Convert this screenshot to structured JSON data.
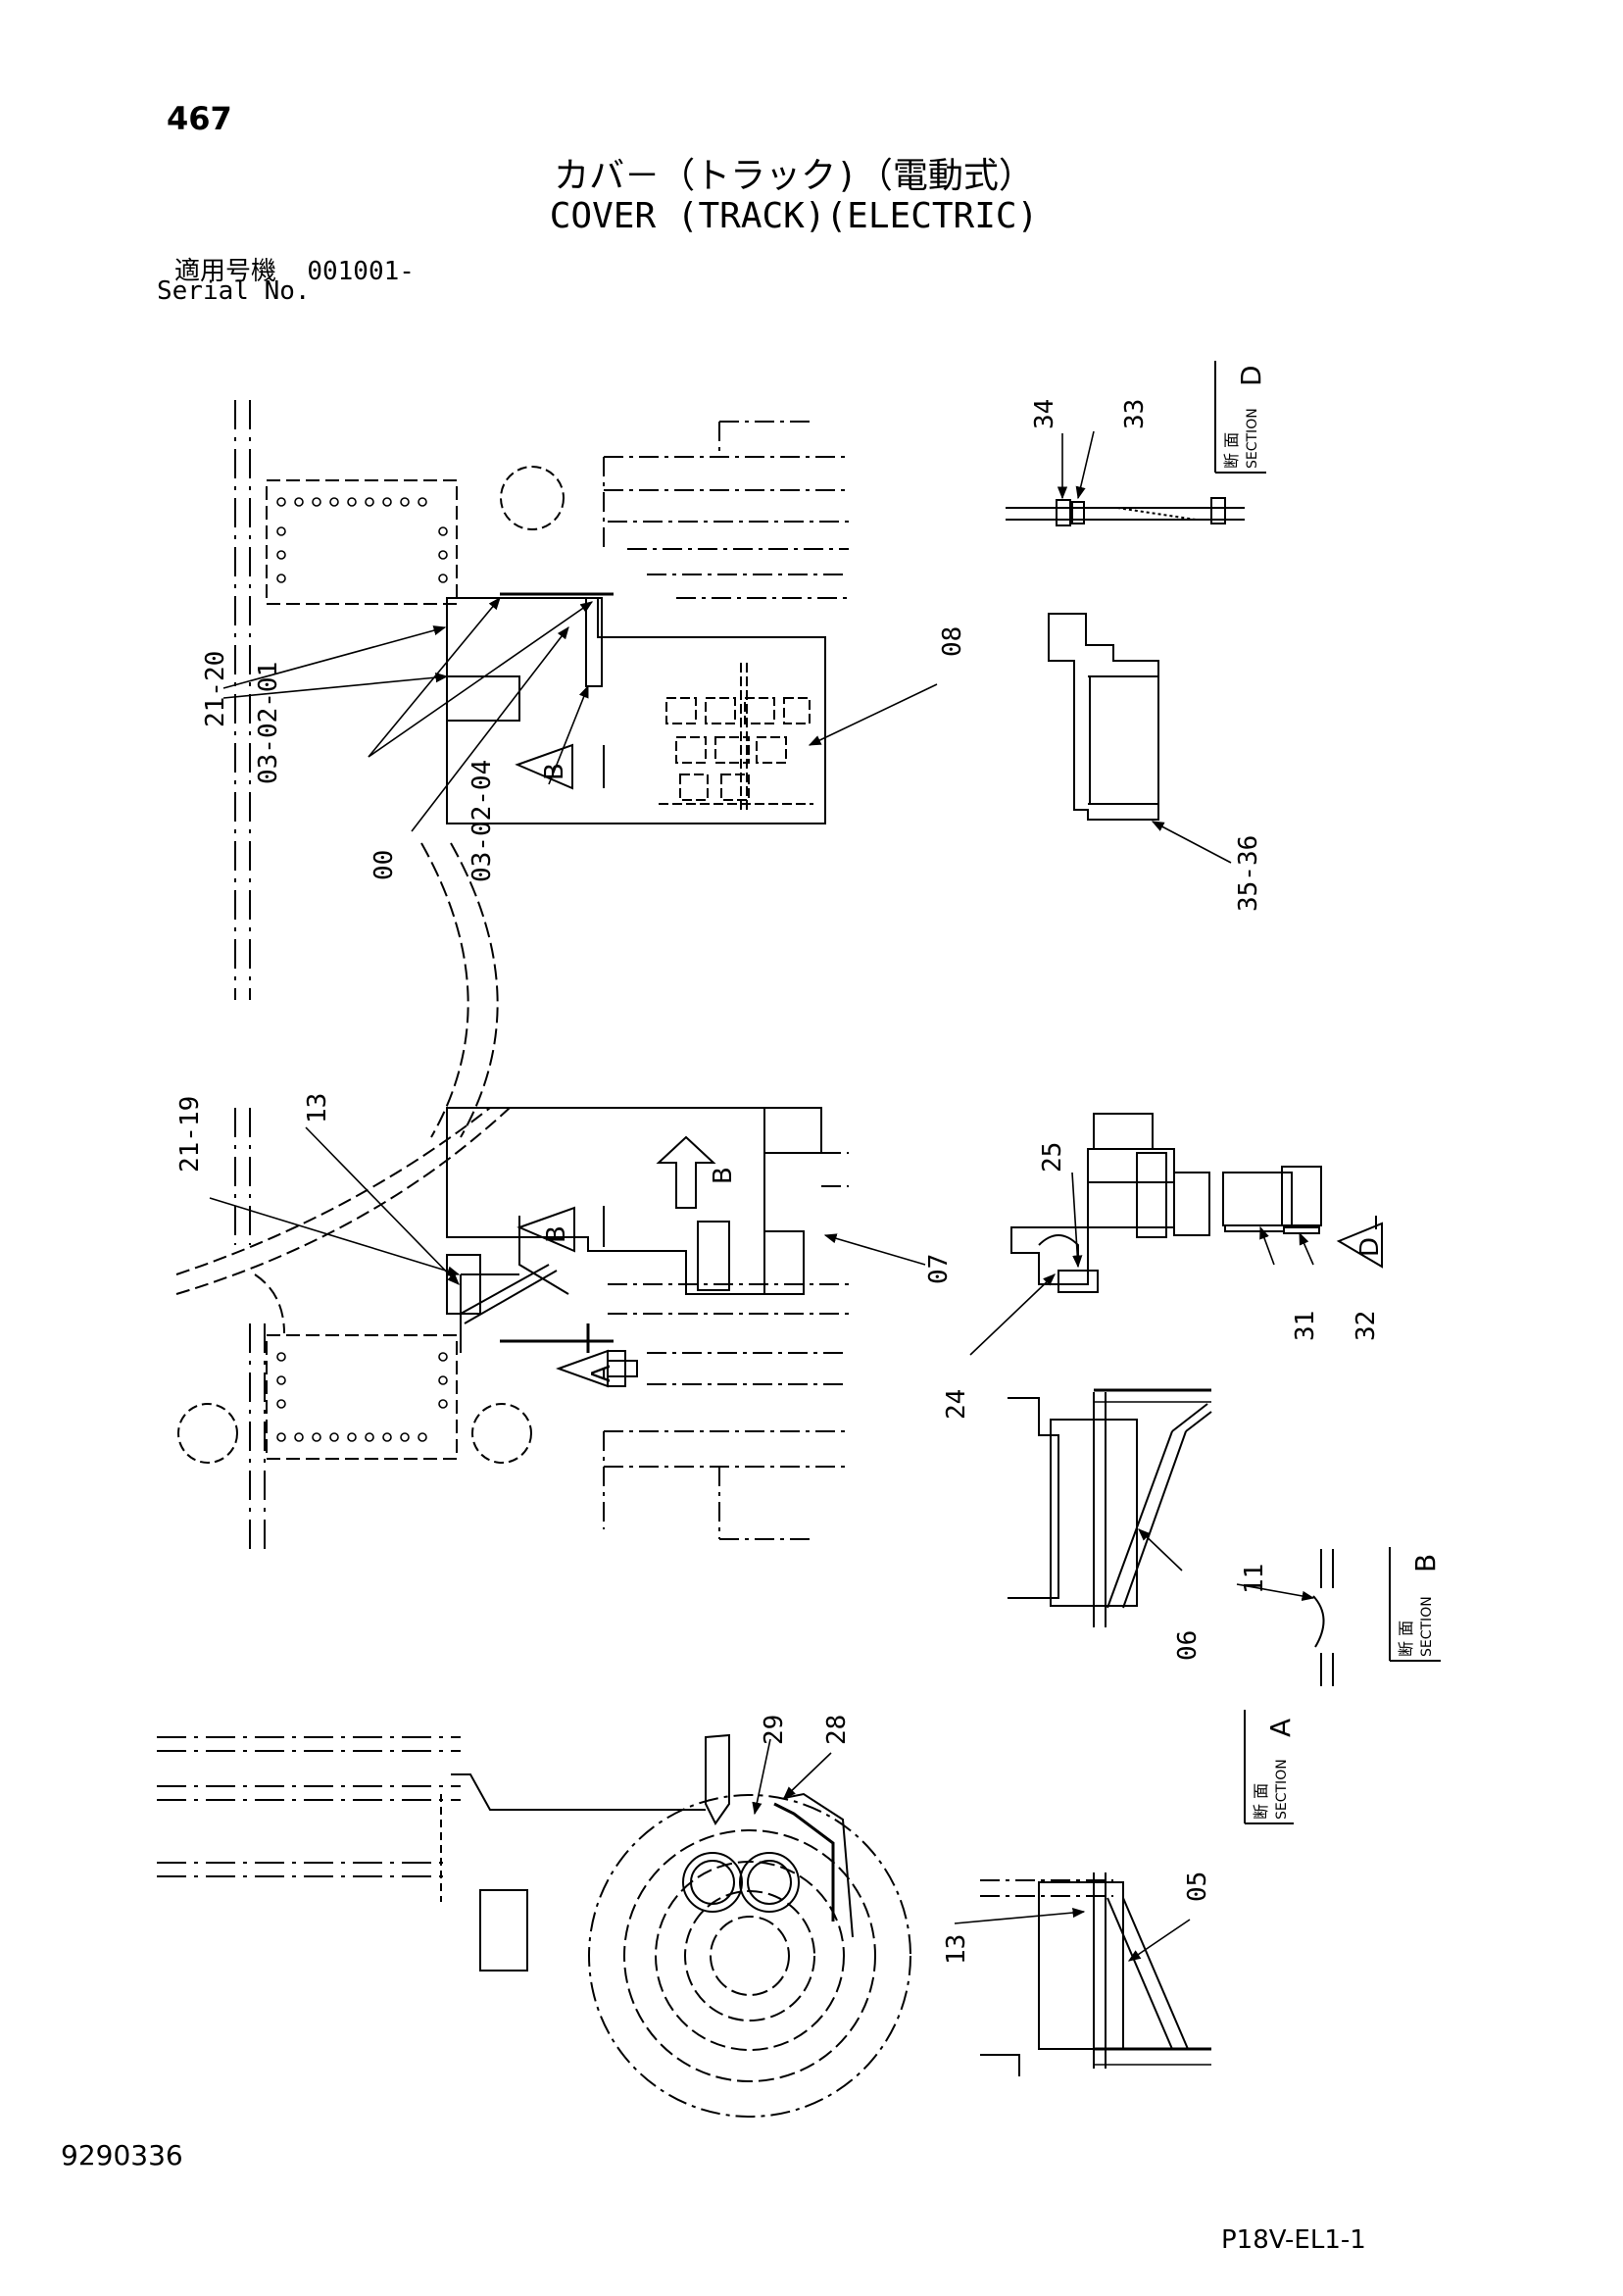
{
  "page": {
    "number": "467",
    "title_jp": "カバ－（トラック)（電動式）",
    "title_en": "COVER (TRACK)(ELECTRIC)",
    "serial_label_jp": "適用号機",
    "serial_value": "001001-",
    "serial_label_en": "Serial No.",
    "doc_number": "9290336",
    "footer_code": "P18V-EL1-1"
  },
  "callouts": [
    {
      "id": "c-21-20",
      "text": "21-20"
    },
    {
      "id": "c-03-02-01",
      "text": "03-02-01"
    },
    {
      "id": "c-00",
      "text": "00"
    },
    {
      "id": "c-03-02-04",
      "text": "03-02-04"
    },
    {
      "id": "c-08",
      "text": "08"
    },
    {
      "id": "c-34",
      "text": "34"
    },
    {
      "id": "c-33",
      "text": "33"
    },
    {
      "id": "c-35-36",
      "text": "35-36"
    },
    {
      "id": "c-21-19",
      "text": "21-19"
    },
    {
      "id": "c-13a",
      "text": "13"
    },
    {
      "id": "c-07",
      "text": "07"
    },
    {
      "id": "c-25",
      "text": "25"
    },
    {
      "id": "c-24",
      "text": "24"
    },
    {
      "id": "c-31",
      "text": "31"
    },
    {
      "id": "c-32",
      "text": "32"
    },
    {
      "id": "c-06",
      "text": "06"
    },
    {
      "id": "c-11",
      "text": "11"
    },
    {
      "id": "c-29",
      "text": "29"
    },
    {
      "id": "c-28",
      "text": "28"
    },
    {
      "id": "c-05",
      "text": "05"
    },
    {
      "id": "c-13b",
      "text": "13"
    }
  ],
  "section_views": [
    {
      "id": "D",
      "jp": "断 面",
      "en": "SECTION",
      "letter": "D"
    },
    {
      "id": "B",
      "jp": "断 面",
      "en": "SECTION",
      "letter": "B"
    },
    {
      "id": "A",
      "jp": "断 面",
      "en": "SECTION",
      "letter": "A"
    }
  ],
  "view_markers": [
    {
      "id": "m-B1",
      "letter": "B"
    },
    {
      "id": "m-B2",
      "letter": "B"
    },
    {
      "id": "m-B3",
      "letter": "B"
    },
    {
      "id": "m-A",
      "letter": "A"
    },
    {
      "id": "m-D",
      "letter": "D"
    }
  ]
}
